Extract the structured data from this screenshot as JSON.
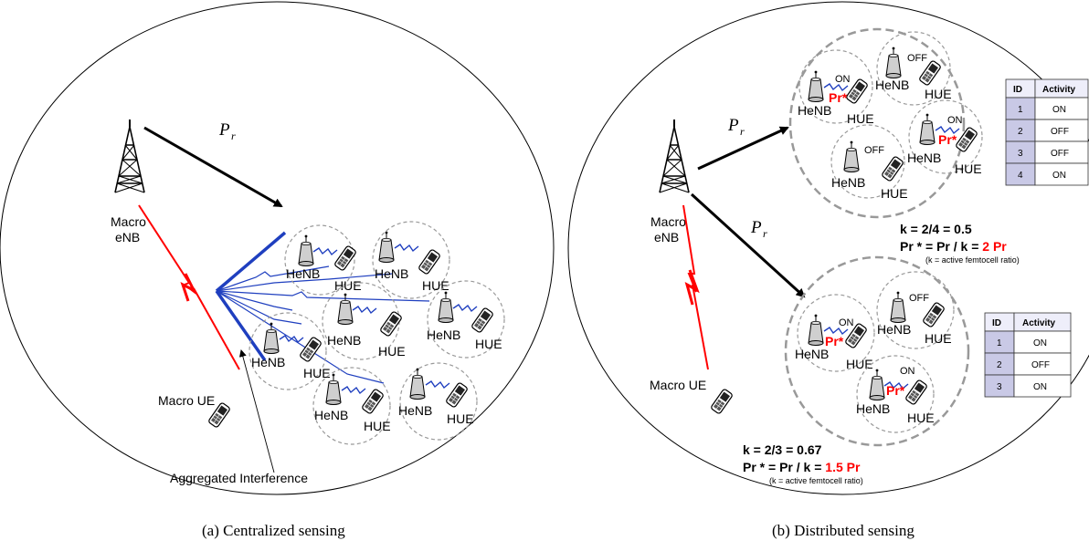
{
  "left": {
    "caption": "(a)  Centralized sensing",
    "pr_label": "P",
    "pr_sub": "r",
    "macro_enb_line1": "Macro",
    "macro_enb_line2": "eNB",
    "macro_ue": "Macro UE",
    "interference": "Aggregated  Interference",
    "henb": "HeNB",
    "hue": "HUE"
  },
  "right": {
    "caption": "(b) Distributed sensing",
    "pr_label": "P",
    "pr_sub": "r",
    "macro_enb_line1": "Macro",
    "macro_enb_line2": "eNB",
    "macro_ue": "Macro UE",
    "henb": "HeNB",
    "hue": "HUE",
    "on": "ON",
    "off": "OFF",
    "pr_star": "Pr*",
    "top_group": {
      "k_line": "k =  2/4 = 0.5",
      "pr_line_prefix": "Pr * = Pr / k = ",
      "pr_line_value": "2 Pr",
      "note": "(k = active femtocell ratio)",
      "table_header": [
        "ID",
        "Activity"
      ],
      "table_rows": [
        [
          "1",
          "ON"
        ],
        [
          "2",
          "OFF"
        ],
        [
          "3",
          "OFF"
        ],
        [
          "4",
          "ON"
        ]
      ]
    },
    "bottom_group": {
      "k_line": "k =  2/3 = 0.67",
      "pr_line_prefix": "Pr * = Pr / k = ",
      "pr_line_value": "1.5 Pr",
      "note": "(k = active femtocell ratio)",
      "table_header": [
        "ID",
        "Activity"
      ],
      "table_rows": [
        [
          "1",
          "ON"
        ],
        [
          "2",
          "OFF"
        ],
        [
          "3",
          "ON"
        ]
      ]
    }
  }
}
